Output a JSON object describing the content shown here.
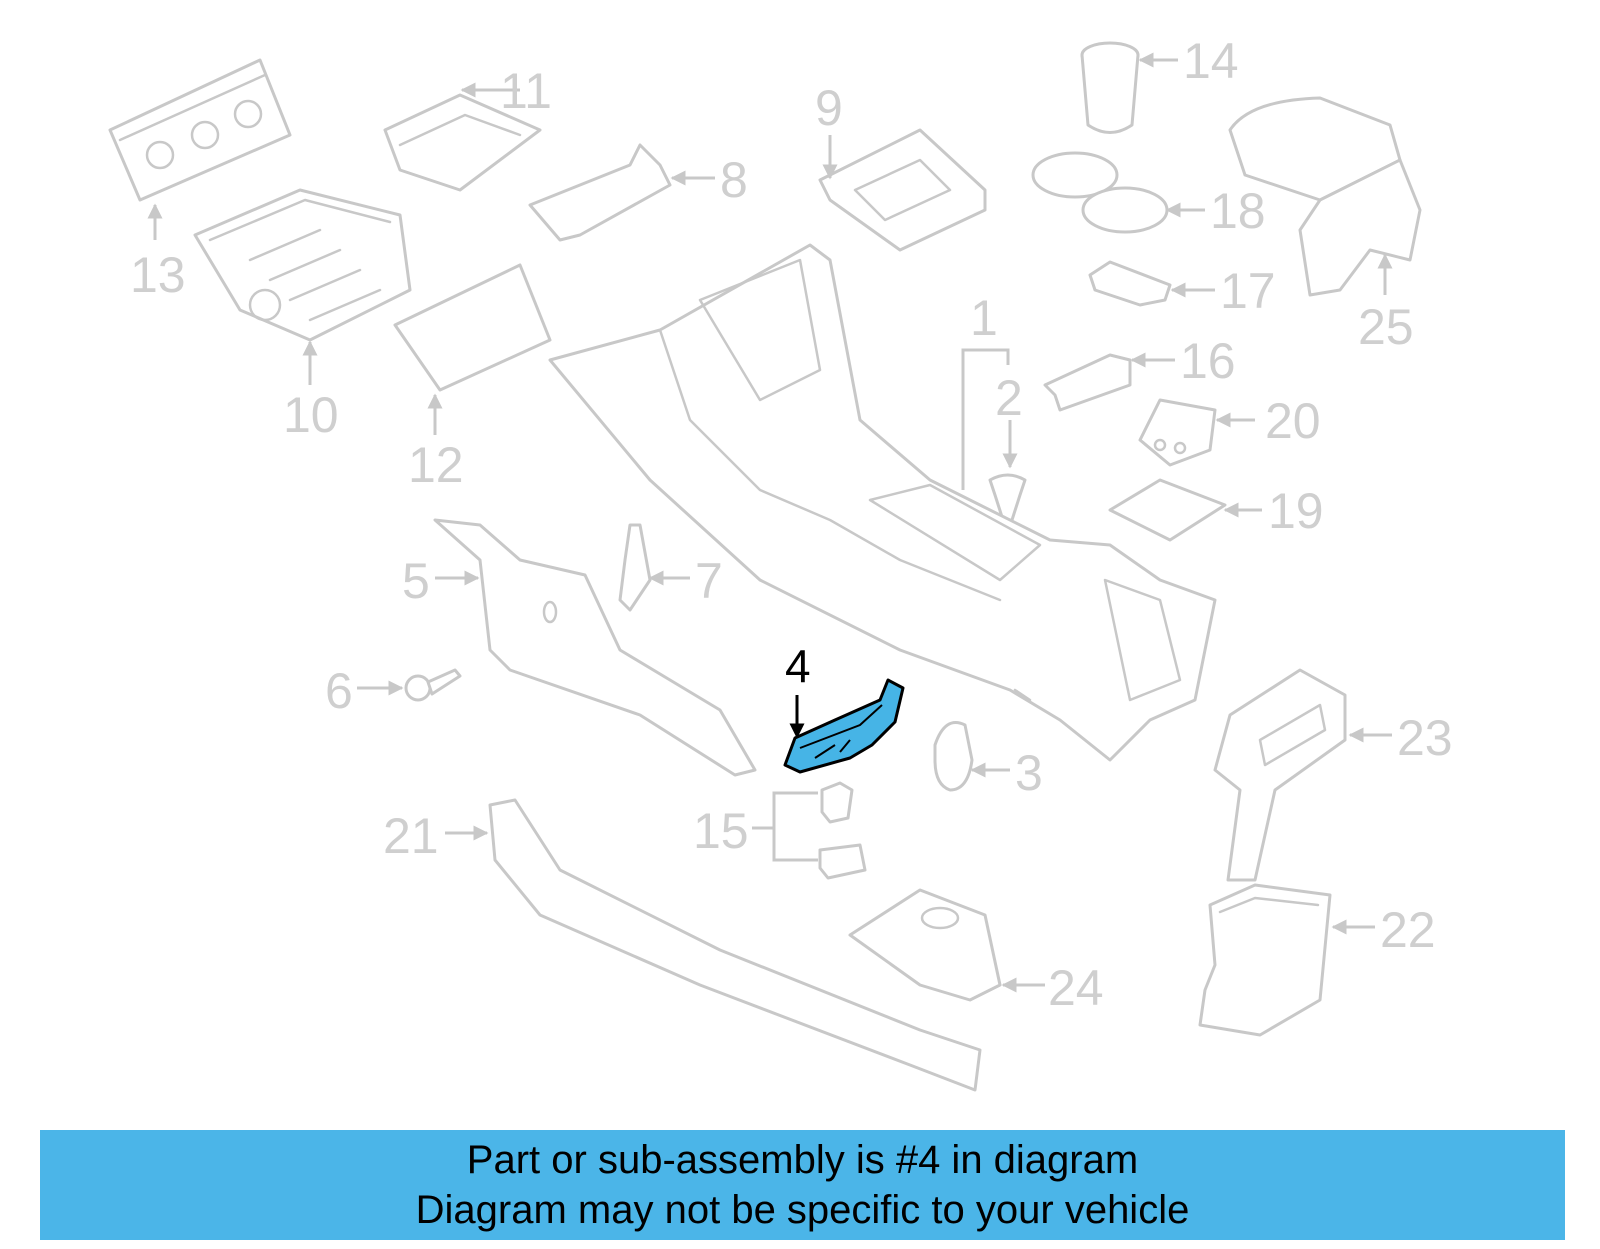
{
  "diagram": {
    "selected_part": "4",
    "callouts": [
      "1",
      "2",
      "3",
      "4",
      "5",
      "6",
      "7",
      "8",
      "9",
      "10",
      "11",
      "12",
      "13",
      "14",
      "15",
      "16",
      "17",
      "18",
      "19",
      "20",
      "21",
      "22",
      "23",
      "24",
      "25"
    ]
  },
  "banner": {
    "line1": "Part or sub-assembly is #4 in diagram",
    "line2": "Diagram may not be specific to your vehicle",
    "background_color": "#4bb5e8"
  },
  "colors": {
    "outline": "#c8c8c8",
    "highlight": "#46b4e6"
  }
}
